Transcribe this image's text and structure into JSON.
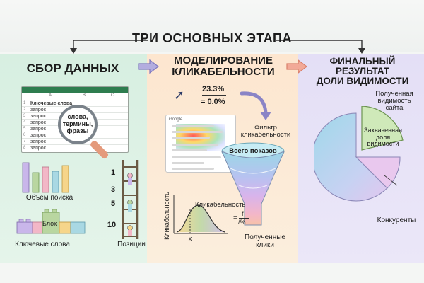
{
  "title": "ТРИ ОСНОВНЫХ ЭТАПА",
  "stages": {
    "stage1": {
      "heading": "СБОР ДАННЫХ",
      "sheet": {
        "columns": [
          "A",
          "B",
          "C"
        ],
        "header_cell": "Ключевые слова",
        "row_numbers": [
          "1",
          "2",
          "3",
          "4",
          "5",
          "6",
          "7",
          "8"
        ],
        "cells": [
          "запрос",
          "запрос",
          "запрос",
          "запрос",
          "запрос",
          "запрос",
          "запрос"
        ]
      },
      "magnifier_text": "слова, термины, фразы",
      "search_volume_label": "Объём поиска",
      "keywords_label": "Ключевые слова",
      "block_label": "Блок",
      "positions_label": "Позиции",
      "positions": [
        "1",
        "3",
        "5",
        "10"
      ]
    },
    "stage2": {
      "heading_line1": "МОДЕЛИРОВАНИЕ",
      "heading_line2": "КЛИКАБЕЛЬНОСТИ",
      "ctr_value": "23.3%",
      "ctr_zero": "= 0.0%",
      "serp_logo": "Google",
      "filter_label_line1": "Фильтр",
      "filter_label_line2": "кликабельности",
      "total_impressions": "Всего показов",
      "chart_ylabel": "Кликабельность",
      "chart_xlabel": "x",
      "chart_title": "Кликабельность",
      "formula_f": "f",
      "formula_pct": "/%",
      "received_clicks_line1": "Полученные",
      "received_clicks_line2": "клики"
    },
    "stage3": {
      "heading_line1": "ФИНАЛЬНЫЙ РЕЗУЛЬТАТ",
      "heading_line2": "ДОЛИ ВИДИМОСТИ",
      "received_visibility_line1": "Полученная",
      "received_visibility_line2": "видимость",
      "received_visibility_line3": "сайта",
      "captured_share_line1": "Захваченная",
      "captured_share_line2": "доля",
      "captured_share_line3": "видимости",
      "competitors_label": "Конкуренты"
    }
  },
  "colors": {
    "stage1_bg": "#d7efe1",
    "stage2_bg": "#fde6cf",
    "stage3_bg": "#e4dff6",
    "arrow": "#8a84c6"
  }
}
